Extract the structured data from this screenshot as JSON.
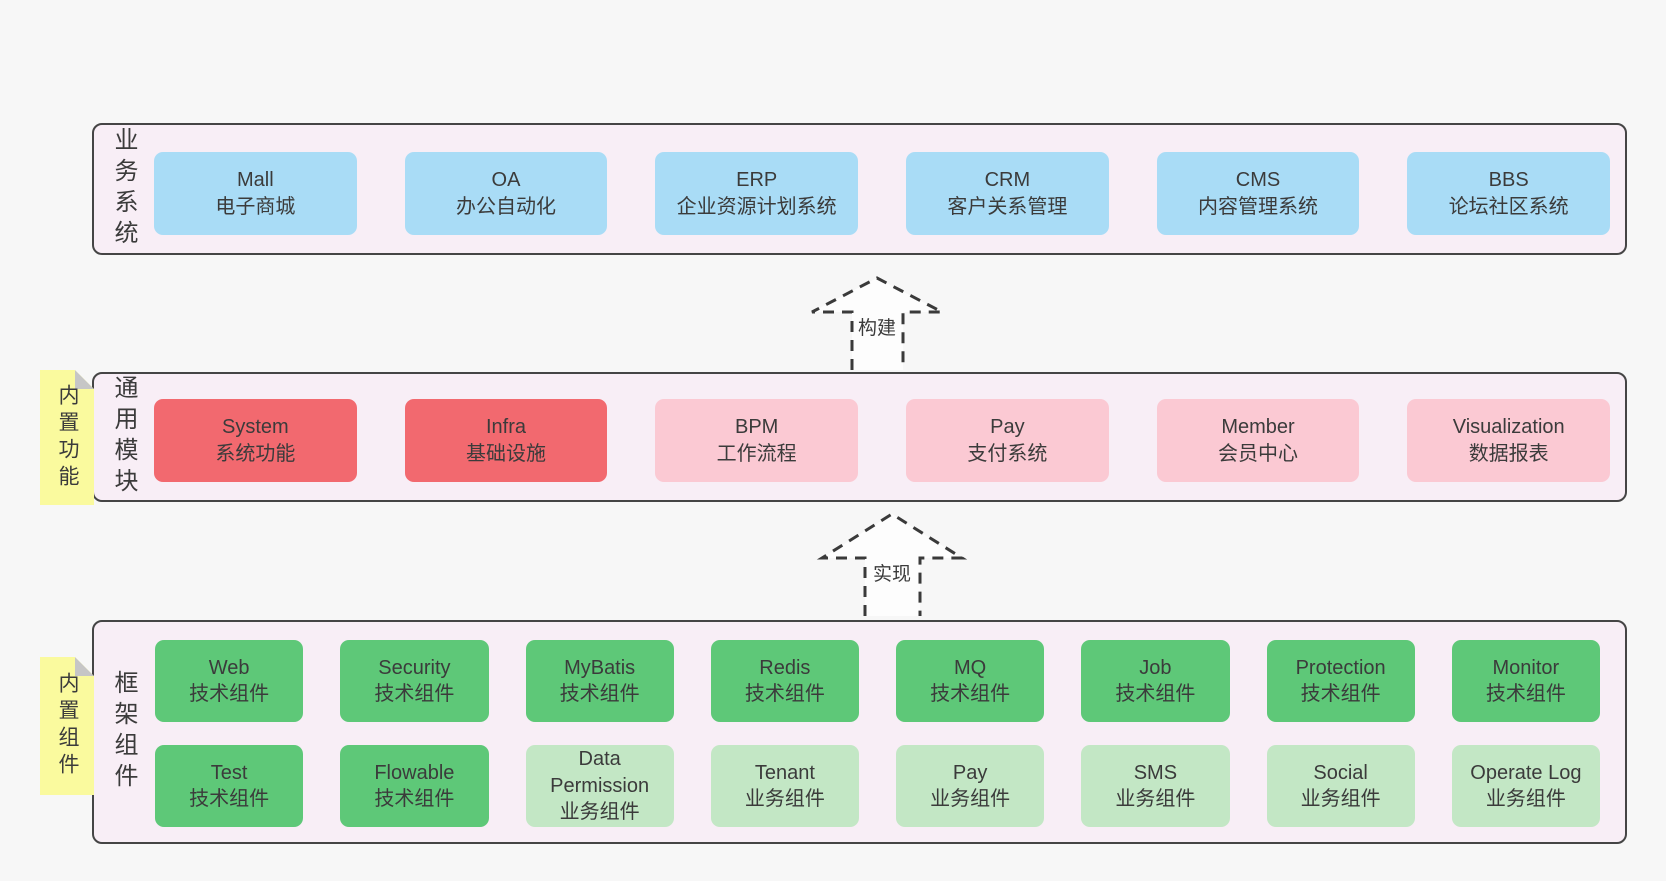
{
  "colors": {
    "page_bg": "#f7f7f7",
    "layer_bg": "#f8eef6",
    "layer_border": "#454545",
    "blue": "#a9dcf6",
    "red": "#f2696f",
    "pink": "#fbc9d3",
    "green": "#5ec878",
    "light_green": "#c3e7c5",
    "yellow": "#fafa9e",
    "fold_gray": "#c6c6c6",
    "text": "#3b3b3b"
  },
  "layers": [
    {
      "label": "业务系统",
      "tag": "",
      "rows": [
        [
          {
            "name": "Mall",
            "desc": "电子商城",
            "variant": "blue"
          },
          {
            "name": "OA",
            "desc": "办公自动化",
            "variant": "blue"
          },
          {
            "name": "ERP",
            "desc": "企业资源计划系统",
            "variant": "blue"
          },
          {
            "name": "CRM",
            "desc": "客户关系管理",
            "variant": "blue"
          },
          {
            "name": "CMS",
            "desc": "内容管理系统",
            "variant": "blue"
          },
          {
            "name": "BBS",
            "desc": "论坛社区系统",
            "variant": "blue"
          }
        ]
      ]
    },
    {
      "label": "通用模块",
      "tag": "内置功能",
      "rows": [
        [
          {
            "name": "System",
            "desc": "系统功能",
            "variant": "red"
          },
          {
            "name": "Infra",
            "desc": "基础设施",
            "variant": "red"
          },
          {
            "name": "BPM",
            "desc": "工作流程",
            "variant": "pink"
          },
          {
            "name": "Pay",
            "desc": "支付系统",
            "variant": "pink"
          },
          {
            "name": "Member",
            "desc": "会员中心",
            "variant": "pink"
          },
          {
            "name": "Visualization",
            "desc": "数据报表",
            "variant": "pink"
          }
        ]
      ]
    },
    {
      "label": "框架组件",
      "tag": "内置组件",
      "rows": [
        [
          {
            "name": "Web",
            "desc": "技术组件",
            "variant": "green"
          },
          {
            "name": "Security",
            "desc": "技术组件",
            "variant": "green"
          },
          {
            "name": "MyBatis",
            "desc": "技术组件",
            "variant": "green"
          },
          {
            "name": "Redis",
            "desc": "技术组件",
            "variant": "green"
          },
          {
            "name": "MQ",
            "desc": "技术组件",
            "variant": "green"
          },
          {
            "name": "Job",
            "desc": "技术组件",
            "variant": "green"
          },
          {
            "name": "Protection",
            "desc": "技术组件",
            "variant": "green"
          },
          {
            "name": "Monitor",
            "desc": "技术组件",
            "variant": "green"
          }
        ],
        [
          {
            "name": "Test",
            "desc": "技术组件",
            "variant": "green"
          },
          {
            "name": "Flowable",
            "desc": "技术组件",
            "variant": "green"
          },
          {
            "name": "Data Permission",
            "desc": "业务组件",
            "variant": "lightgreen"
          },
          {
            "name": "Tenant",
            "desc": "业务组件",
            "variant": "lightgreen"
          },
          {
            "name": "Pay",
            "desc": "业务组件",
            "variant": "lightgreen"
          },
          {
            "name": "SMS",
            "desc": "业务组件",
            "variant": "lightgreen"
          },
          {
            "name": "Social",
            "desc": "业务组件",
            "variant": "lightgreen"
          },
          {
            "name": "Operate Log",
            "desc": "业务组件",
            "variant": "lightgreen"
          }
        ]
      ]
    }
  ],
  "arrows": [
    {
      "label": "构建"
    },
    {
      "label": "实现"
    }
  ]
}
